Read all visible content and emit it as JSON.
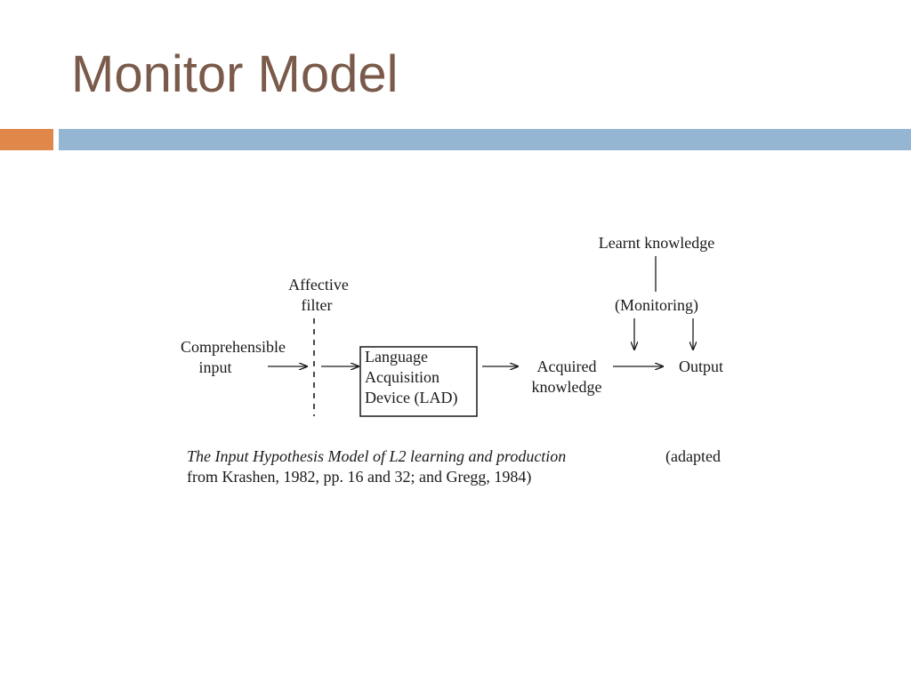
{
  "slide": {
    "title": "Monitor Model",
    "colors": {
      "title": "#7a5a4a",
      "accent_left": "#e0874a",
      "accent_main": "#94b6d2",
      "ink": "#1a1a1a"
    }
  },
  "diagram": {
    "nodes": {
      "input_line1": "Comprehensible",
      "input_line2": "input",
      "filter_line1": "Affective",
      "filter_line2": "filter",
      "lad_line1": "Language",
      "lad_line2": "Acquisition",
      "lad_line3": "Device (LAD)",
      "acquired_line1": "Acquired",
      "acquired_line2": "knowledge",
      "output": "Output",
      "learnt": "Learnt knowledge",
      "monitoring": "(Monitoring)"
    },
    "caption": {
      "italic": "The Input Hypothesis Model of L2 learning and production",
      "rest_line1": "(adapted",
      "line2": "from Krashen, 1982, pp. 16 and 32; and Gregg, 1984)"
    }
  }
}
